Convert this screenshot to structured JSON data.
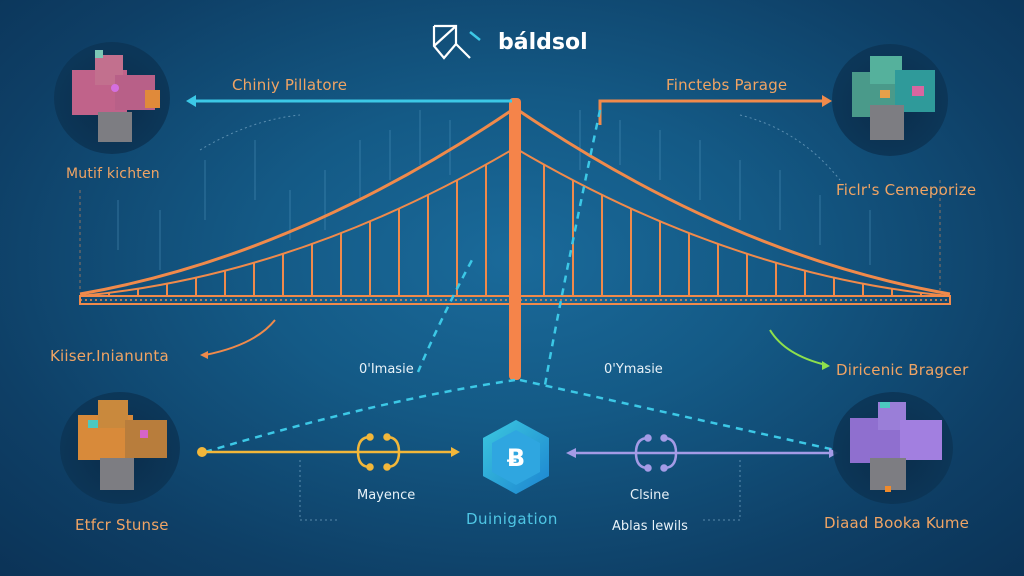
{
  "brand": {
    "name": "báldsol",
    "logo_icon": "cube-outline-icon"
  },
  "colors": {
    "accent_orange": "#f08a4b",
    "cyan": "#3cc8e6",
    "yellow": "#f2b73a",
    "lavender": "#a49be6",
    "label_orange": "#f0a464",
    "green": "#8ee04c"
  },
  "labels": {
    "top_left": "Chiniy Pillatore",
    "top_right": "Finctebs Parage",
    "left_upper": "Mutif kichten",
    "right_upper": "Ficlr's Cemeporize",
    "left_middle": "Kiiser.Inianunta",
    "right_middle": "Diricenic Bragcer",
    "bottom_left": "Etfcr Stunse",
    "bottom_right": "Diaad Booka Kume"
  },
  "tower_labels": {
    "left": "0'Imasie",
    "right": "0'Ymasie"
  },
  "hub": {
    "label": "Duinigation",
    "icon": "bitcoin-hexagon-icon",
    "glyph": "Ƀ"
  },
  "links": {
    "left_label": "Mayence",
    "left_icon": "link-bracket-icon",
    "right_label": "Clsine",
    "right_sublabel": "Ablas lewils",
    "right_icon": "link-bracket-icon"
  }
}
